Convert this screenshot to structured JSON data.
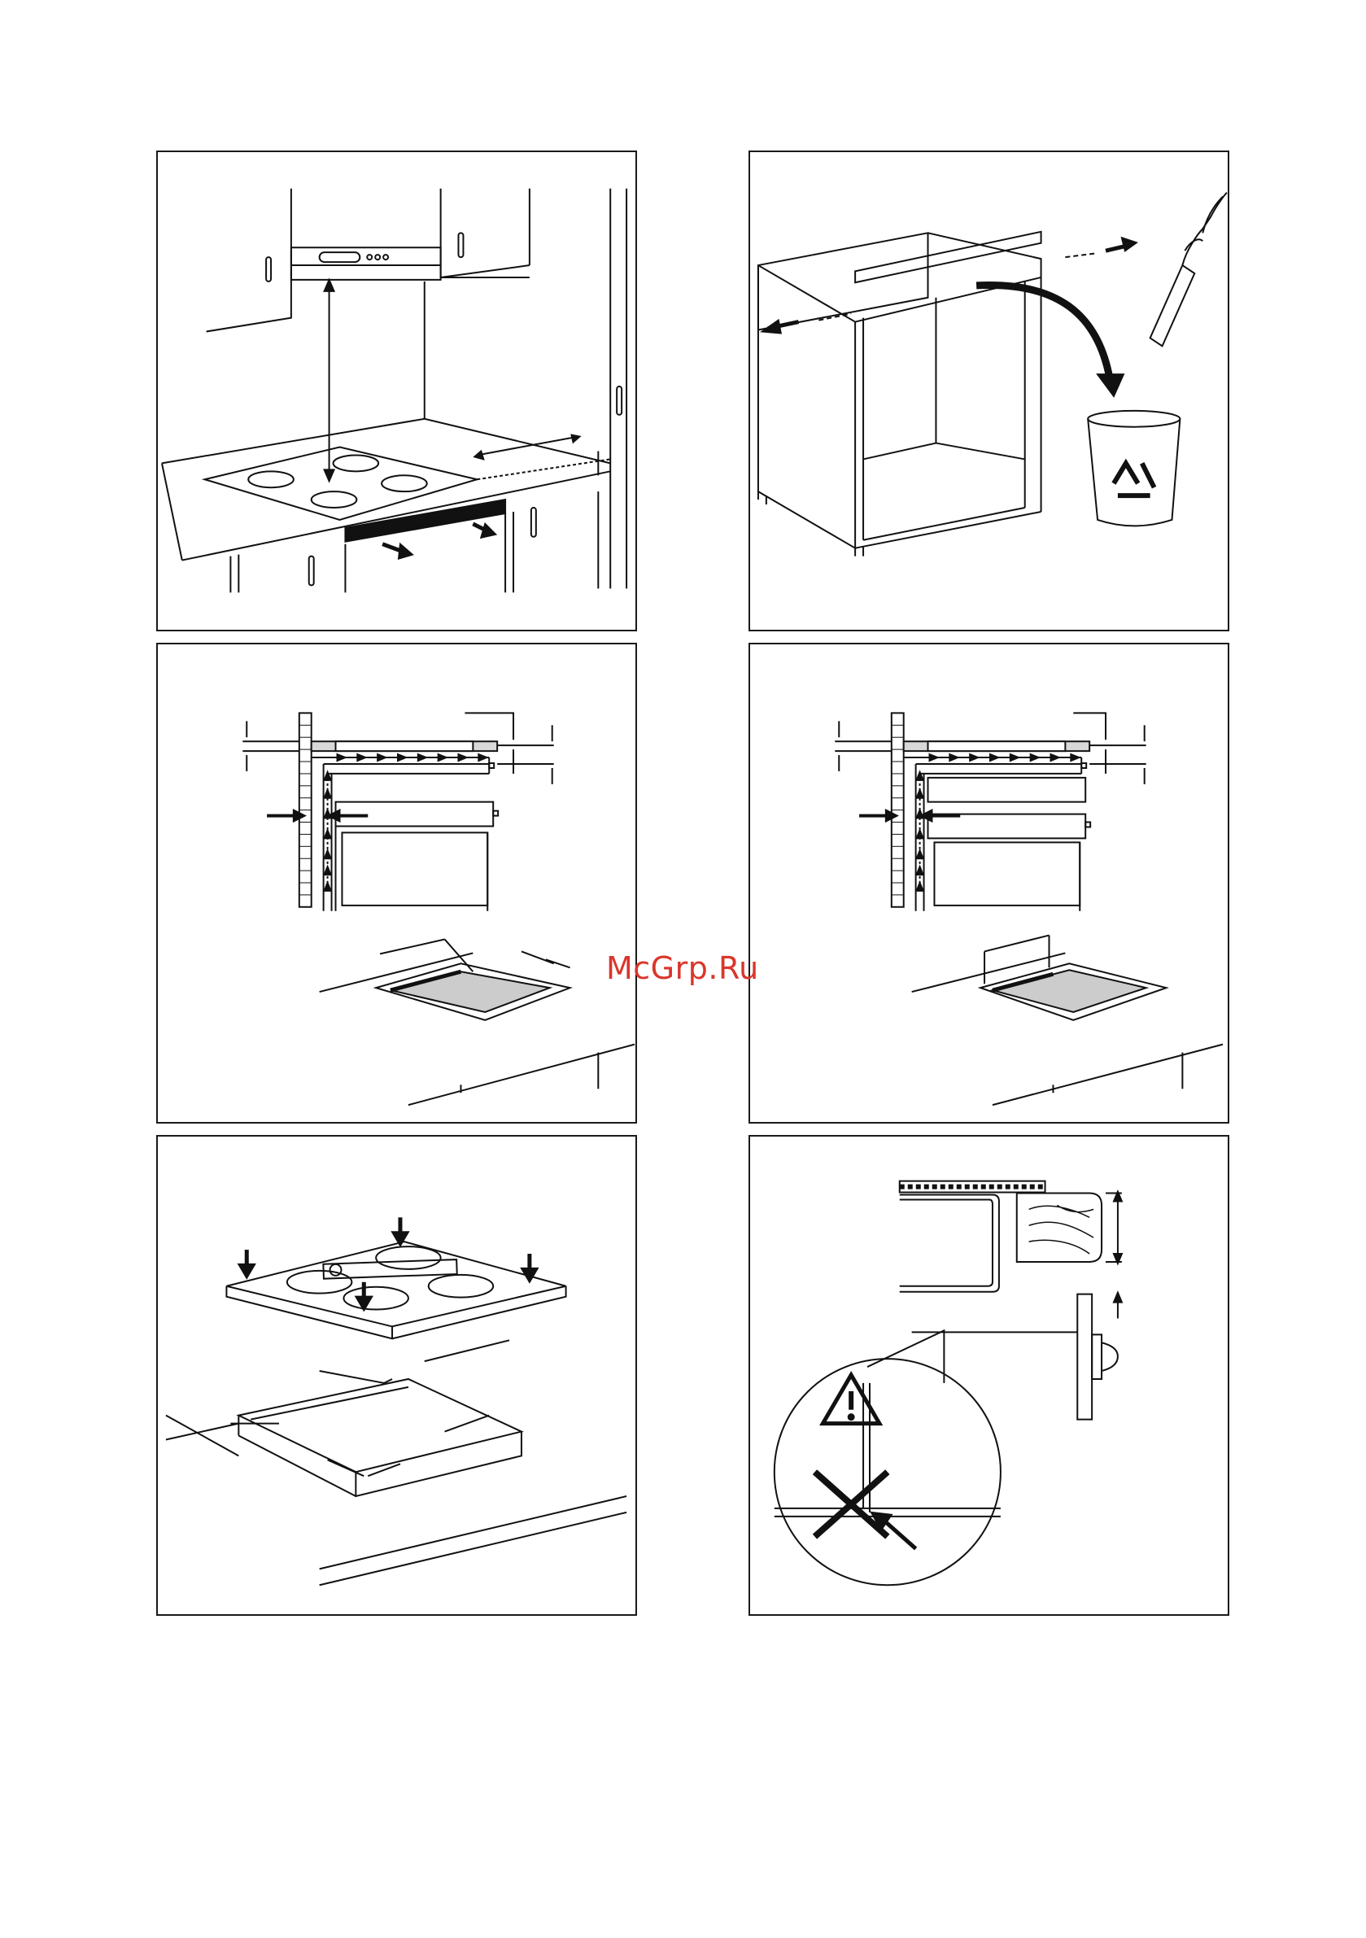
{
  "watermark": {
    "text": "McGrp.Ru",
    "color": "#d9362b"
  },
  "panels": [
    {
      "id": "hood-clearance",
      "icon": "hob-under-hood-illustration"
    },
    {
      "id": "remove-cabinet-rail",
      "icon": "recycle-bin-icon"
    },
    {
      "id": "ventilation-oven-left",
      "icon": "ventilation-arrows-icon"
    },
    {
      "id": "ventilation-oven-right",
      "icon": "ventilation-arrows-icon"
    },
    {
      "id": "place-hob-seal",
      "icon": "press-down-arrows-icon"
    },
    {
      "id": "worktop-edge-warning",
      "icon": "warning-triangle-icon"
    }
  ]
}
